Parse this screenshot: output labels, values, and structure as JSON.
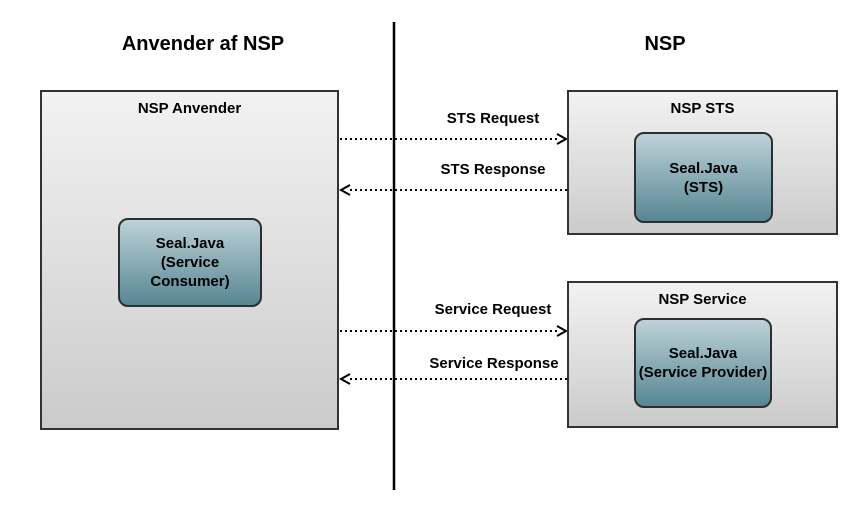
{
  "diagram": {
    "headers": {
      "left": "Anvender af NSP",
      "right": "NSP"
    },
    "boxes": {
      "nsp_anvender": {
        "label": "NSP Anvender",
        "seal": {
          "line1": "Seal.Java",
          "line2": "(Service Consumer)"
        }
      },
      "nsp_sts": {
        "label": "NSP STS",
        "seal": {
          "line1": "Seal.Java",
          "line2": "(STS)"
        }
      },
      "nsp_service": {
        "label": "NSP Service",
        "seal": {
          "line1": "Seal.Java",
          "line2": "(Service Provider)"
        }
      }
    },
    "arrows": [
      {
        "label": "STS Request",
        "direction": "right"
      },
      {
        "label": "STS Response",
        "direction": "left"
      },
      {
        "label": "Service Request",
        "direction": "right"
      },
      {
        "label": "Service Response",
        "direction": "left"
      }
    ],
    "colors": {
      "background": "#ffffff",
      "text": "#000000",
      "line": "#000000",
      "box_border": "#333333",
      "box_fill_top": "#f2f2f2",
      "box_fill_bottom": "#cbcbcb",
      "seal_border": "#2e2e2e",
      "seal_fill_top": "#bdd2d8",
      "seal_fill_bottom": "#578693"
    }
  }
}
